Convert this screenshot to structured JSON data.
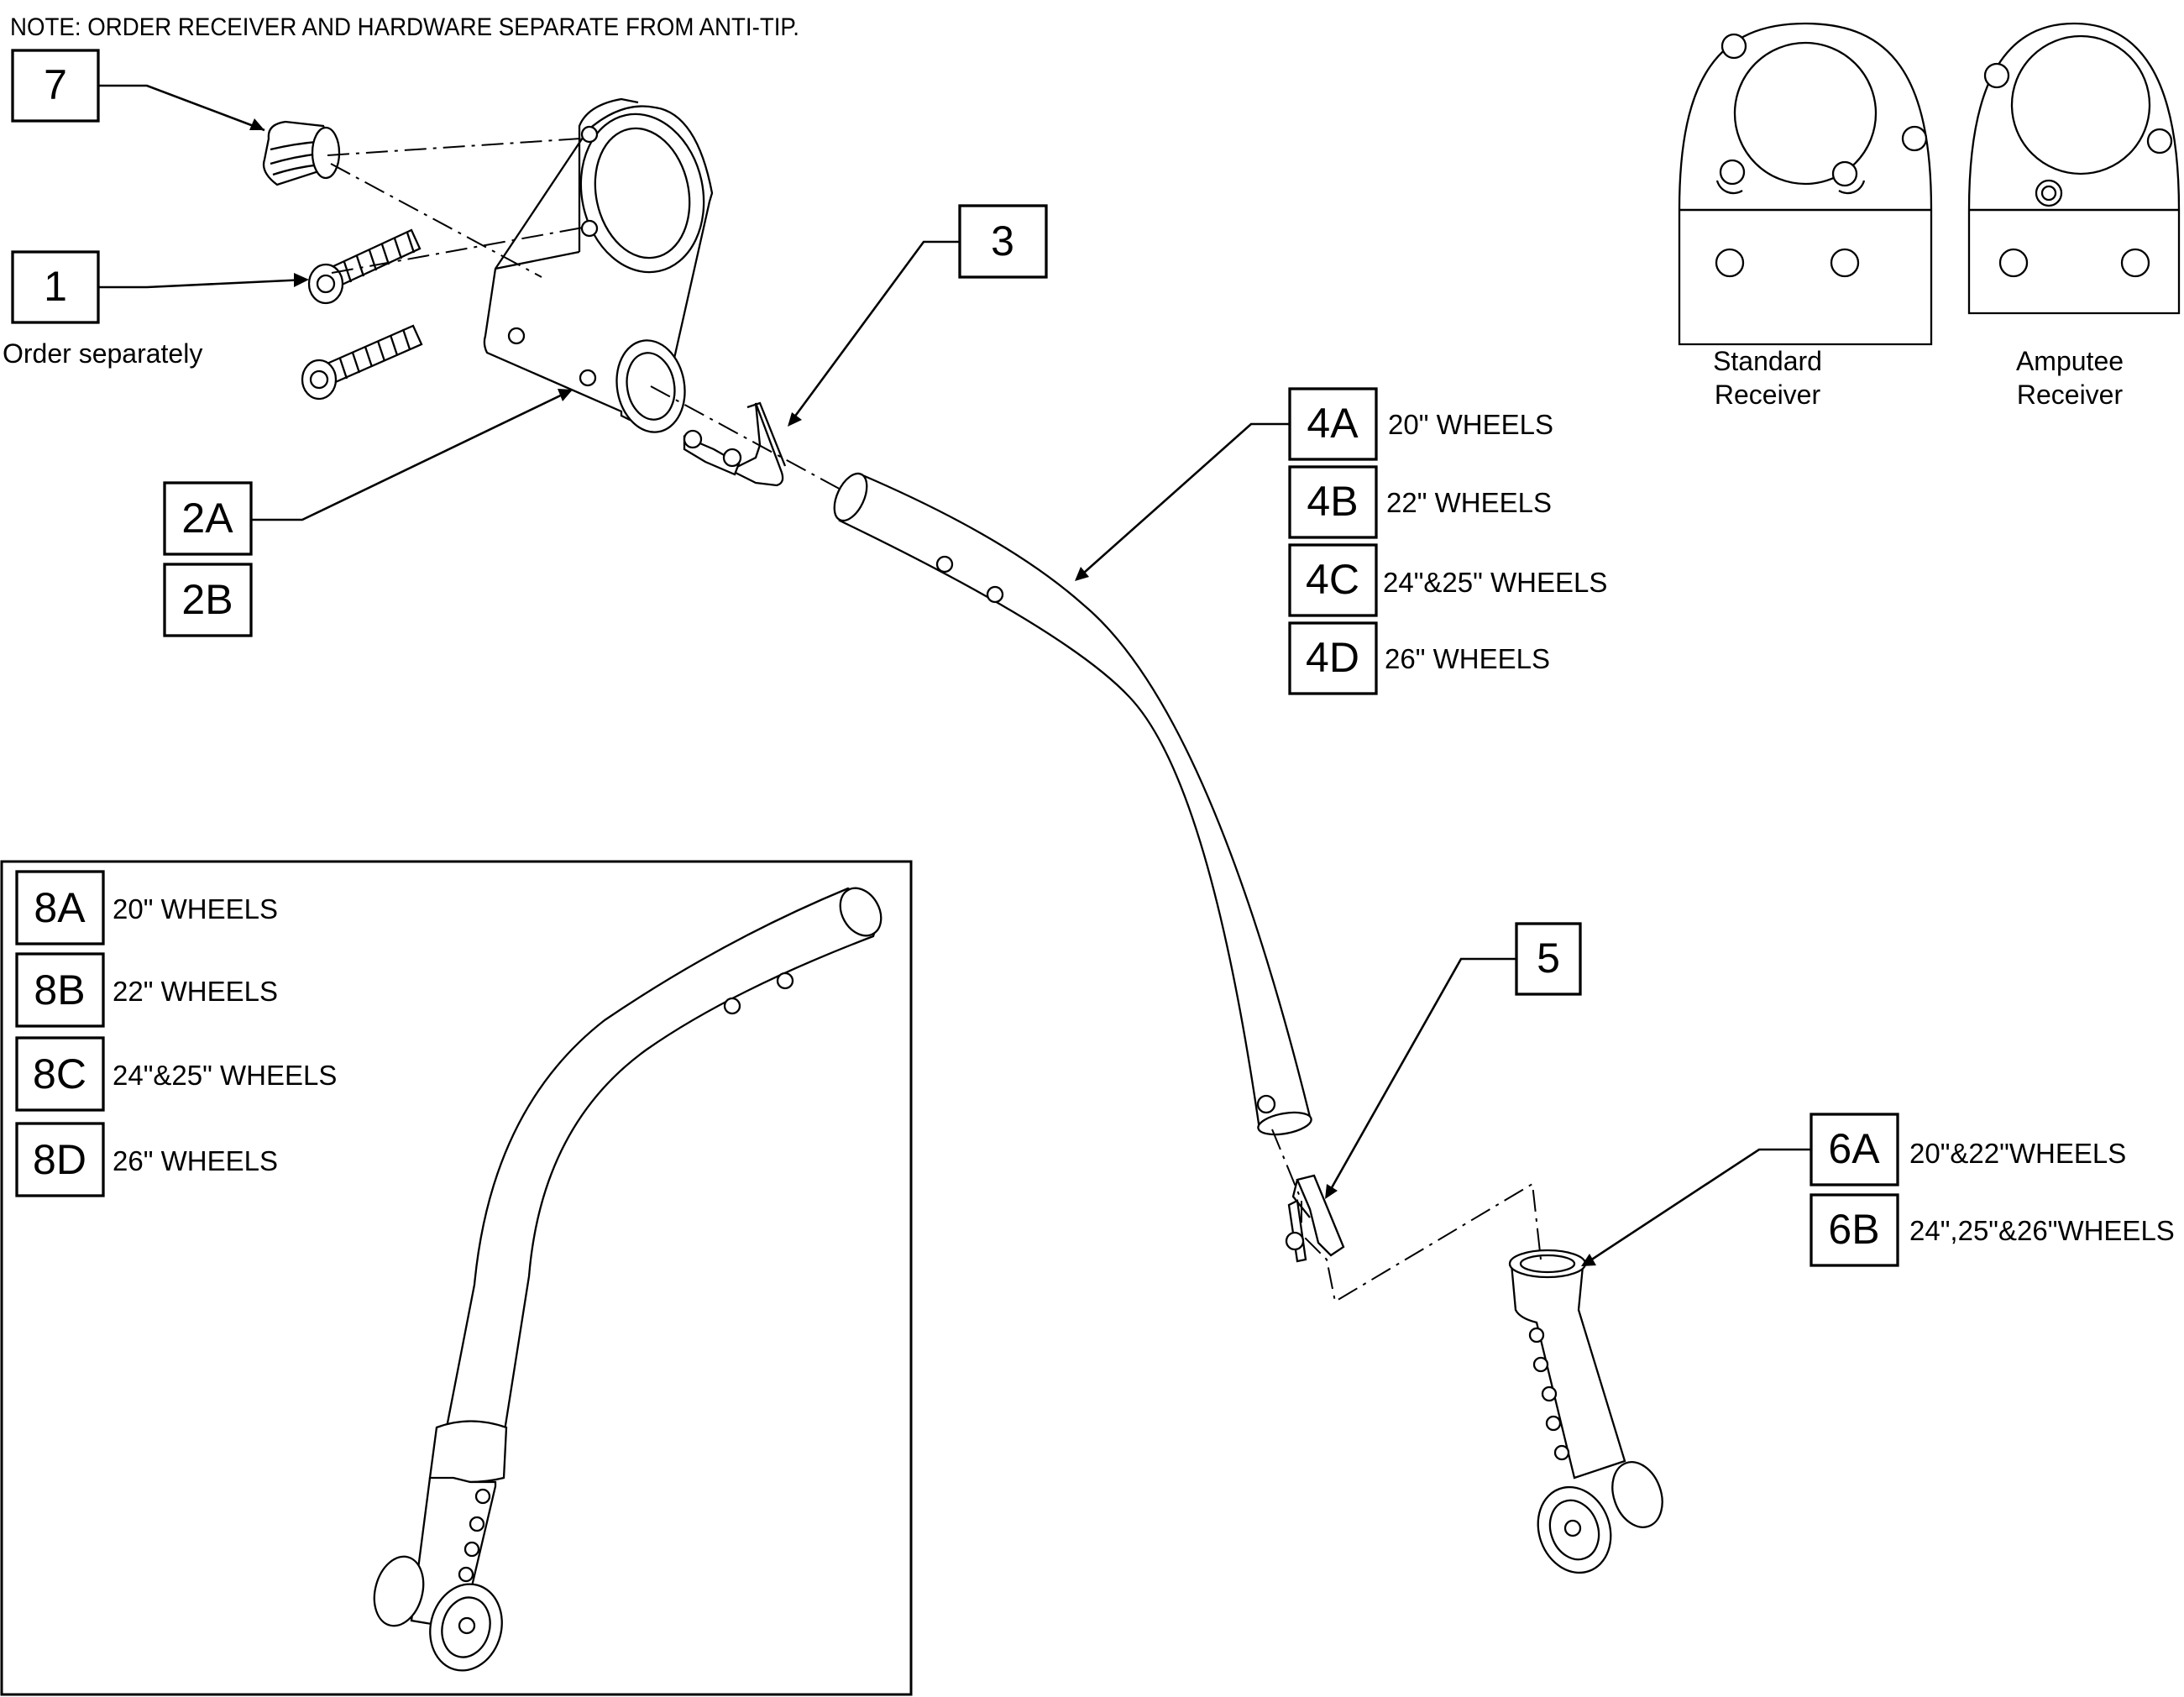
{
  "note": "NOTE: ORDER RECEIVER AND HARDWARE SEPARATE FROM ANTI-TIP.",
  "callouts": {
    "c7": "7",
    "c1": "1",
    "c1_note": "Order separately",
    "c2a": "2A",
    "c2b": "2B",
    "c3": "3",
    "c5": "5"
  },
  "tube_4": [
    {
      "label": "4A",
      "desc": "20\" WHEELS"
    },
    {
      "label": "4B",
      "desc": "22\" WHEELS"
    },
    {
      "label": "4C",
      "desc": "24\"&25\" WHEELS"
    },
    {
      "label": "4D",
      "desc": "26\" WHEELS"
    }
  ],
  "caster_6": [
    {
      "label": "6A",
      "desc": "20\"&22\"WHEELS"
    },
    {
      "label": "6B",
      "desc": "24\",25\"&26\"WHEELS"
    }
  ],
  "inset_8": [
    {
      "label": "8A",
      "desc": "20\" WHEELS"
    },
    {
      "label": "8B",
      "desc": "22\" WHEELS"
    },
    {
      "label": "8C",
      "desc": "24\"&25\" WHEELS"
    },
    {
      "label": "8D",
      "desc": "26\" WHEELS"
    }
  ],
  "receivers": {
    "standard": {
      "line1": "Standard",
      "line2": "Receiver"
    },
    "amputee": {
      "line1": "Amputee",
      "line2": "Receiver"
    }
  }
}
